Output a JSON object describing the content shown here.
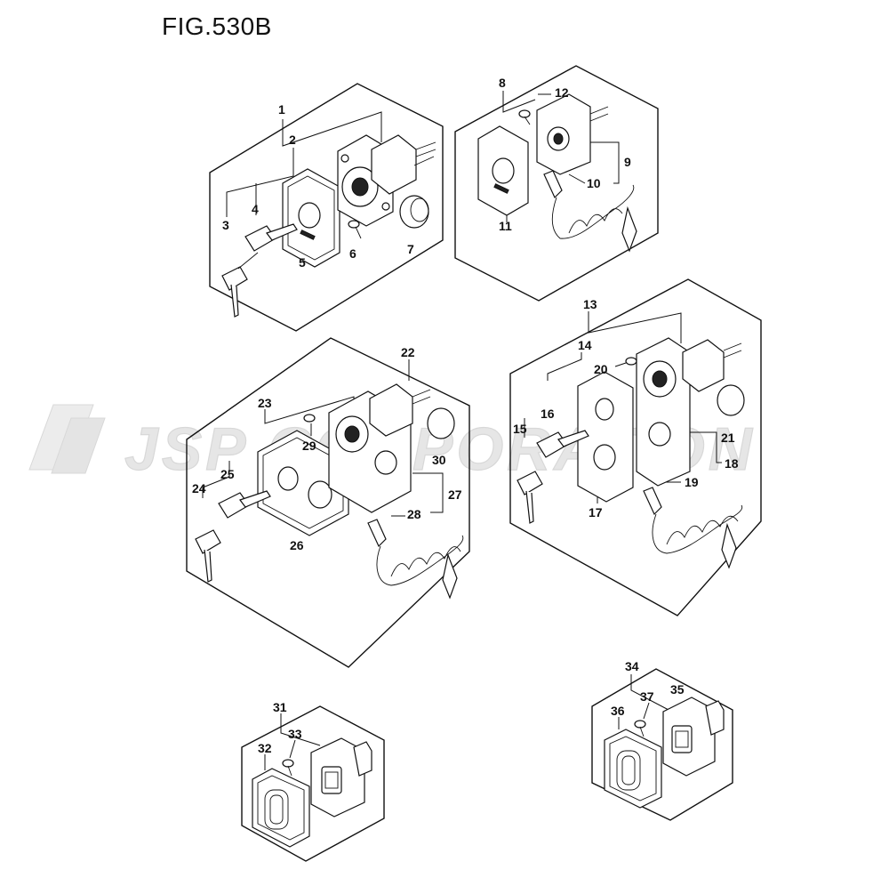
{
  "figure": {
    "title": "FIG.530B"
  },
  "watermark": {
    "text": "JSP CORPORATION"
  },
  "callouts": [
    {
      "id": "c1",
      "label": "1"
    },
    {
      "id": "c2",
      "label": "2"
    },
    {
      "id": "c3",
      "label": "3"
    },
    {
      "id": "c4",
      "label": "4"
    },
    {
      "id": "c5",
      "label": "5"
    },
    {
      "id": "c6",
      "label": "6"
    },
    {
      "id": "c7",
      "label": "7"
    },
    {
      "id": "c8",
      "label": "8"
    },
    {
      "id": "c9",
      "label": "9"
    },
    {
      "id": "c10",
      "label": "10"
    },
    {
      "id": "c11",
      "label": "11"
    },
    {
      "id": "c12",
      "label": "12"
    },
    {
      "id": "c13",
      "label": "13"
    },
    {
      "id": "c14",
      "label": "14"
    },
    {
      "id": "c15",
      "label": "15"
    },
    {
      "id": "c16",
      "label": "16"
    },
    {
      "id": "c17",
      "label": "17"
    },
    {
      "id": "c18",
      "label": "18"
    },
    {
      "id": "c19",
      "label": "19"
    },
    {
      "id": "c20",
      "label": "20"
    },
    {
      "id": "c21",
      "label": "21"
    },
    {
      "id": "c22",
      "label": "22"
    },
    {
      "id": "c23",
      "label": "23"
    },
    {
      "id": "c24",
      "label": "24"
    },
    {
      "id": "c25",
      "label": "25"
    },
    {
      "id": "c26",
      "label": "26"
    },
    {
      "id": "c27",
      "label": "27"
    },
    {
      "id": "c28",
      "label": "28"
    },
    {
      "id": "c29",
      "label": "29"
    },
    {
      "id": "c30",
      "label": "30"
    },
    {
      "id": "c31",
      "label": "31"
    },
    {
      "id": "c32",
      "label": "32"
    },
    {
      "id": "c33",
      "label": "33"
    },
    {
      "id": "c34",
      "label": "34"
    },
    {
      "id": "c35",
      "label": "35"
    },
    {
      "id": "c36",
      "label": "36"
    },
    {
      "id": "c37",
      "label": "37"
    }
  ]
}
